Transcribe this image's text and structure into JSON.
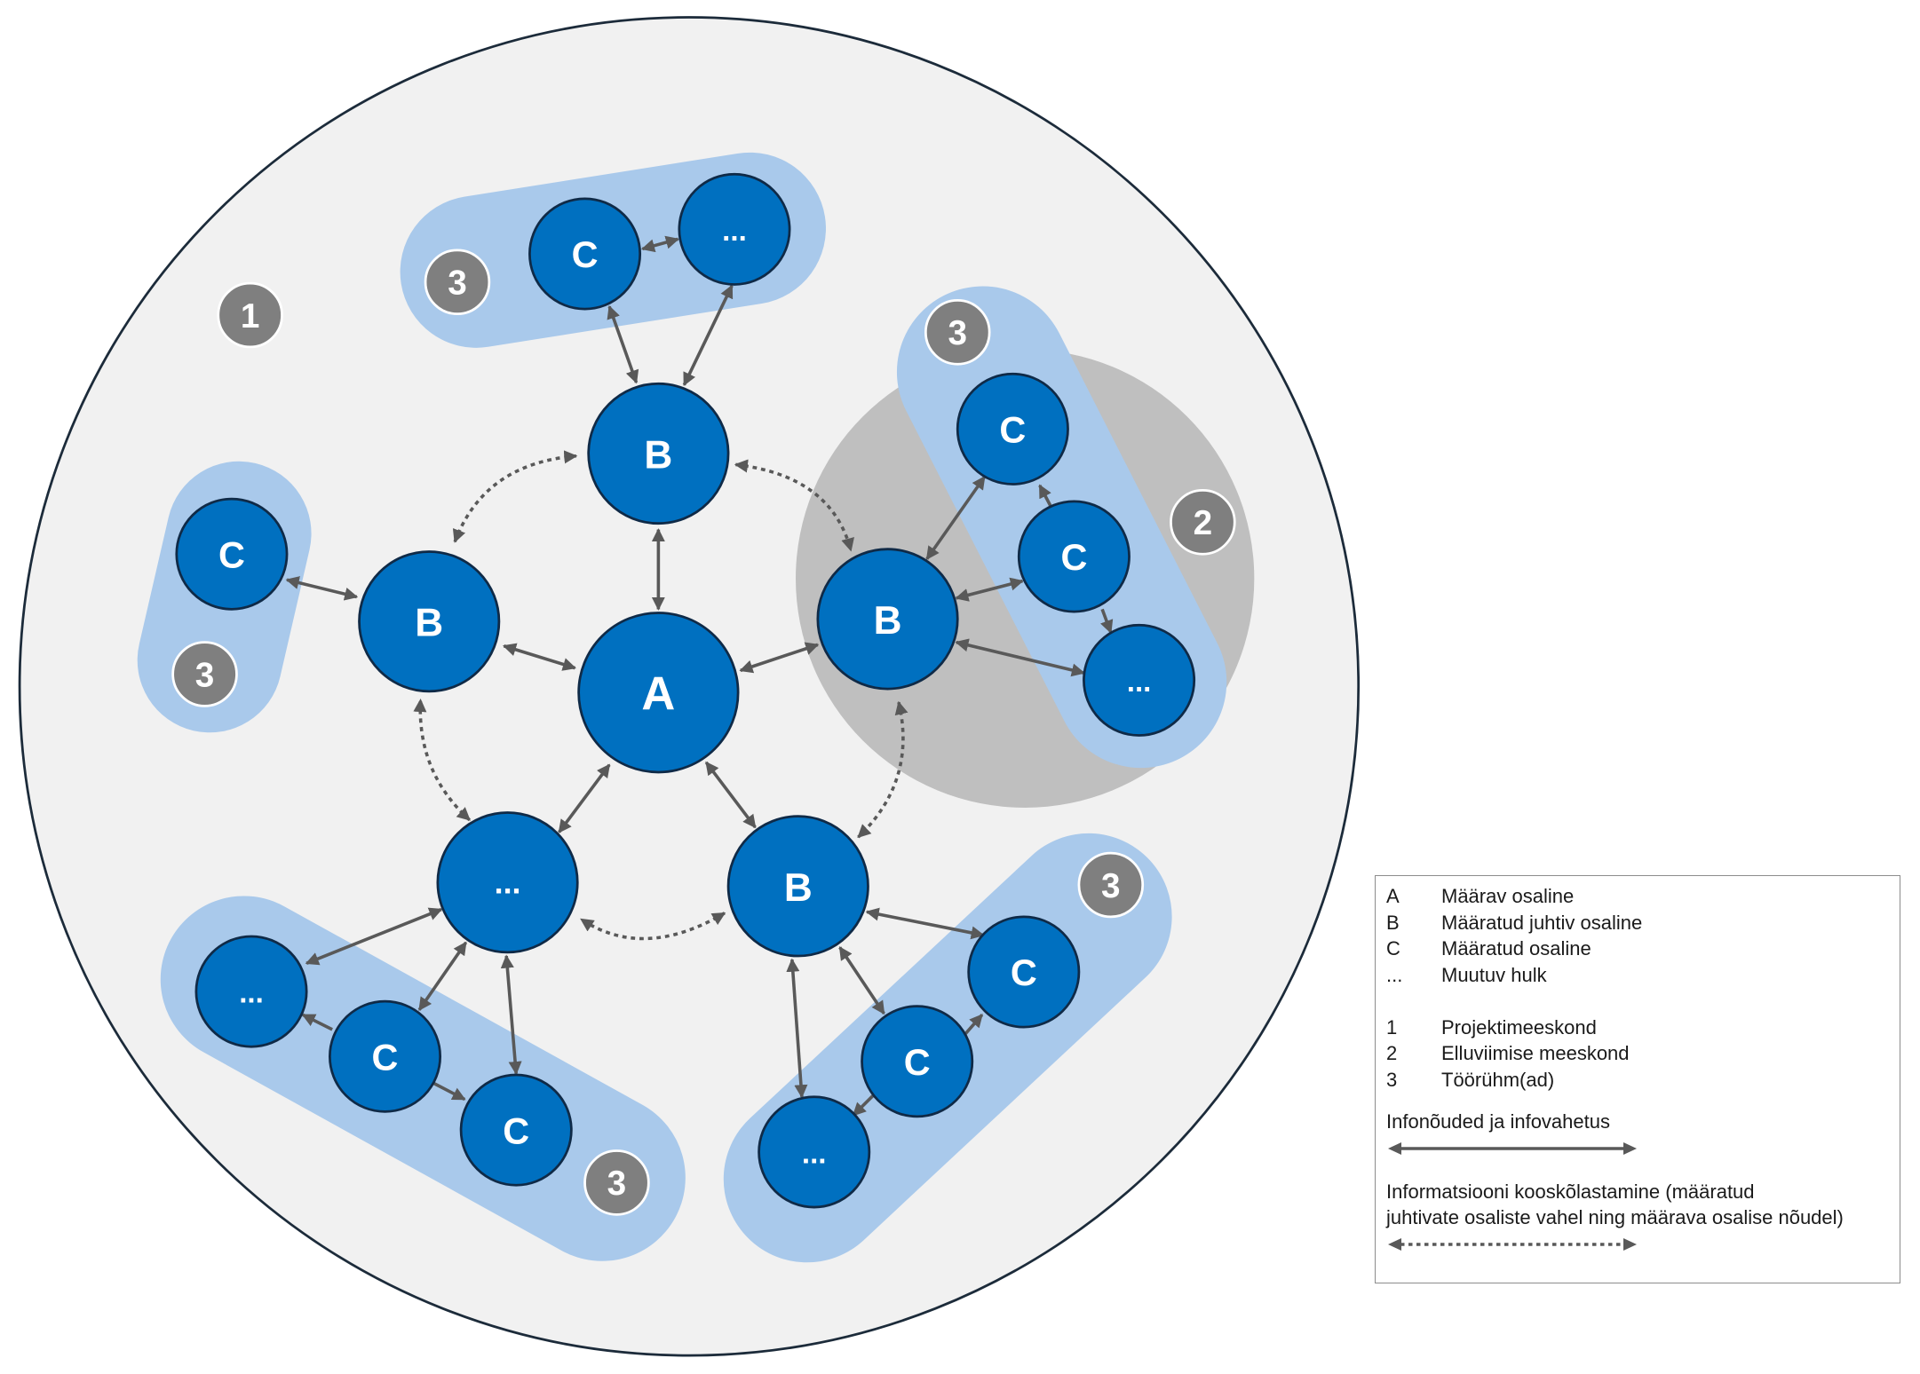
{
  "colors": {
    "outer_fill": "#f1f1f1",
    "outer_stroke": "#1c2b3a",
    "node_fill": "#0070c0",
    "node_stroke": "#0f2a47",
    "band_fill": "#a9c9eb",
    "impl_circle_fill": "#bfbfbf",
    "badge_fill": "#7f7f7f",
    "arrow": "#595959"
  },
  "nodes": {
    "a_center": "A",
    "b_top": "B",
    "b_left": "B",
    "b_right": "B",
    "b_bottom_right": "B",
    "var_bottom_left": "...",
    "c_top": "C",
    "var_top": "...",
    "c_left": "C",
    "c_right_upper": "C",
    "c_right_mid": "C",
    "var_right": "...",
    "c_br_upper": "C",
    "c_br_lower": "C",
    "var_br": "...",
    "var_bl": "...",
    "c_bl_mid": "C",
    "c_bl_lower": "C"
  },
  "badges": {
    "project_team": "1",
    "implementation_team": "2",
    "group_top": "3",
    "group_left": "3",
    "group_right": "3",
    "group_bottom_right": "3",
    "group_bottom_left": "3"
  },
  "legend": {
    "roles": [
      {
        "key": "A",
        "text": "Määrav osaline"
      },
      {
        "key": "B",
        "text": "Määratud juhtiv osaline"
      },
      {
        "key": "C",
        "text": "Määratud osaline"
      },
      {
        "key": "...",
        "text": "Muutuv hulk"
      }
    ],
    "teams": [
      {
        "key": "1",
        "text": "Projektimeeskond"
      },
      {
        "key": "2",
        "text": "Elluviimise meeskond"
      },
      {
        "key": "3",
        "text": "Töörühm(ad)"
      }
    ],
    "solid_label": "Infonõuded ja infovahetus",
    "dotted_label_line1": "Informatsiooni kooskõlastamine (määratud",
    "dotted_label_line2": "juhtivate osaliste vahel ning määrava osalise nõudel)"
  }
}
